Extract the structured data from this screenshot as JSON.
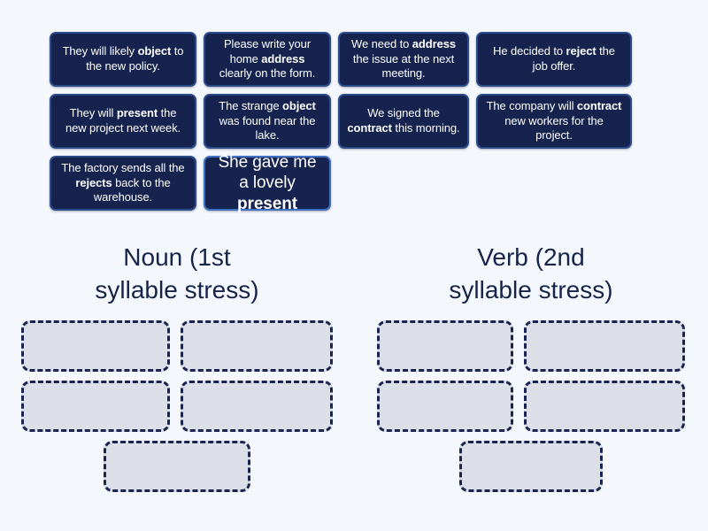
{
  "background_color": "#f4f7fb",
  "card_color": "#16234f",
  "card_border_color": "#2a4a8a",
  "selected_card_border_color": "#3f6fc0",
  "slot_fill_color": "#dcdfe8",
  "slot_border_color": "#1b2450",
  "title_color": "#17244a",
  "cards": [
    {
      "id": "card-object-verb",
      "parts": [
        {
          "text": "They will likely ",
          "bold": false
        },
        {
          "text": "object",
          "bold": true
        },
        {
          "text": " to the new policy.",
          "bold": false
        }
      ],
      "plain": "They will likely object to the new policy.",
      "keyword": "object",
      "selected": false
    },
    {
      "id": "card-address-noun",
      "parts": [
        {
          "text": "Please write your home ",
          "bold": false
        },
        {
          "text": "address",
          "bold": true
        },
        {
          "text": " clearly on the form.",
          "bold": false
        }
      ],
      "plain": "Please write your home address clearly on the form.",
      "keyword": "address",
      "selected": false
    },
    {
      "id": "card-address-verb",
      "parts": [
        {
          "text": "We need to ",
          "bold": false
        },
        {
          "text": "address",
          "bold": true
        },
        {
          "text": " the issue at the next meeting.",
          "bold": false
        }
      ],
      "plain": "We need to address the issue at the next meeting.",
      "keyword": "address",
      "selected": false
    },
    {
      "id": "card-reject-verb",
      "parts": [
        {
          "text": "He decided to ",
          "bold": false
        },
        {
          "text": "reject",
          "bold": true
        },
        {
          "text": " the job offer.",
          "bold": false
        }
      ],
      "plain": "He decided to reject the job offer.",
      "keyword": "reject",
      "selected": false
    },
    {
      "id": "card-present-verb",
      "parts": [
        {
          "text": "They will ",
          "bold": false
        },
        {
          "text": "present",
          "bold": true
        },
        {
          "text": " the new project next week.",
          "bold": false
        }
      ],
      "plain": "They will present the new project next week.",
      "keyword": "present",
      "selected": false
    },
    {
      "id": "card-object-noun",
      "parts": [
        {
          "text": "The strange ",
          "bold": false
        },
        {
          "text": "object",
          "bold": true
        },
        {
          "text": " was found near the lake.",
          "bold": false
        }
      ],
      "plain": "The strange object was found near the lake.",
      "keyword": "object",
      "selected": false
    },
    {
      "id": "card-contract-noun",
      "parts": [
        {
          "text": "We signed the ",
          "bold": false
        },
        {
          "text": "contract",
          "bold": true
        },
        {
          "text": " this morning.",
          "bold": false
        }
      ],
      "plain": "We signed the contract this morning.",
      "keyword": "contract",
      "selected": false
    },
    {
      "id": "card-contract-verb",
      "parts": [
        {
          "text": "The company will ",
          "bold": false
        },
        {
          "text": "contract",
          "bold": true
        },
        {
          "text": " new workers for the project.",
          "bold": false
        }
      ],
      "plain": "The company will contract new workers for the project.",
      "keyword": "contract",
      "selected": false
    },
    {
      "id": "card-rejects-noun",
      "parts": [
        {
          "text": "The factory sends all the ",
          "bold": false
        },
        {
          "text": "rejects",
          "bold": true
        },
        {
          "text": " back to the warehouse.",
          "bold": false
        }
      ],
      "plain": "The factory sends all the rejects back to the warehouse.",
      "keyword": "rejects",
      "selected": false
    },
    {
      "id": "card-present-noun",
      "parts": [
        {
          "text": "She gave me a lovely ",
          "bold": false
        },
        {
          "text": "present",
          "bold": true
        }
      ],
      "plain": "She gave me a lovely present",
      "keyword": "present",
      "selected": true
    }
  ],
  "groups": [
    {
      "id": "group-noun",
      "title": "Noun (1st\nsyllable stress)",
      "title_line1": "Noun (1st",
      "title_line2": "syllable stress)",
      "slot_count": 5,
      "slots": [
        "",
        "",
        "",
        "",
        ""
      ]
    },
    {
      "id": "group-verb",
      "title": "Verb (2nd\nsyllable stress)",
      "title_line1": "Verb (2nd",
      "title_line2": "syllable stress)",
      "slot_count": 5,
      "slots": [
        "",
        "",
        "",
        "",
        ""
      ]
    }
  ]
}
